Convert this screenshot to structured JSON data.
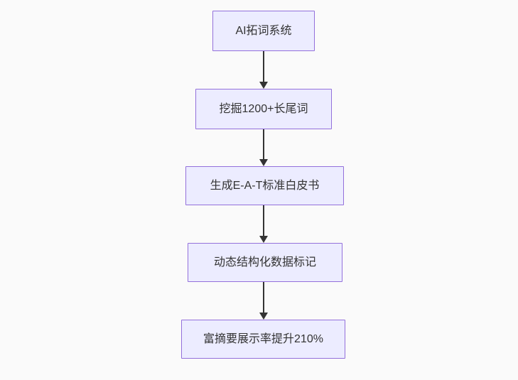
{
  "flowchart": {
    "direction": "top-down",
    "nodes": [
      {
        "label": "AI拓词系统"
      },
      {
        "label": "挖掘1200+长尾词"
      },
      {
        "label": "生成E-A-T标准白皮书"
      },
      {
        "label": "动态结构化数据标记"
      },
      {
        "label": "富摘要展示率提升210%"
      }
    ],
    "edges": [
      {
        "from": 0,
        "to": 1
      },
      {
        "from": 1,
        "to": 2
      },
      {
        "from": 2,
        "to": 3
      },
      {
        "from": 3,
        "to": 4
      }
    ],
    "colors": {
      "background": "#fafafa",
      "node_fill": "#ECECFF",
      "node_border": "#9370DB",
      "text": "#333333",
      "arrow": "#333333"
    }
  }
}
